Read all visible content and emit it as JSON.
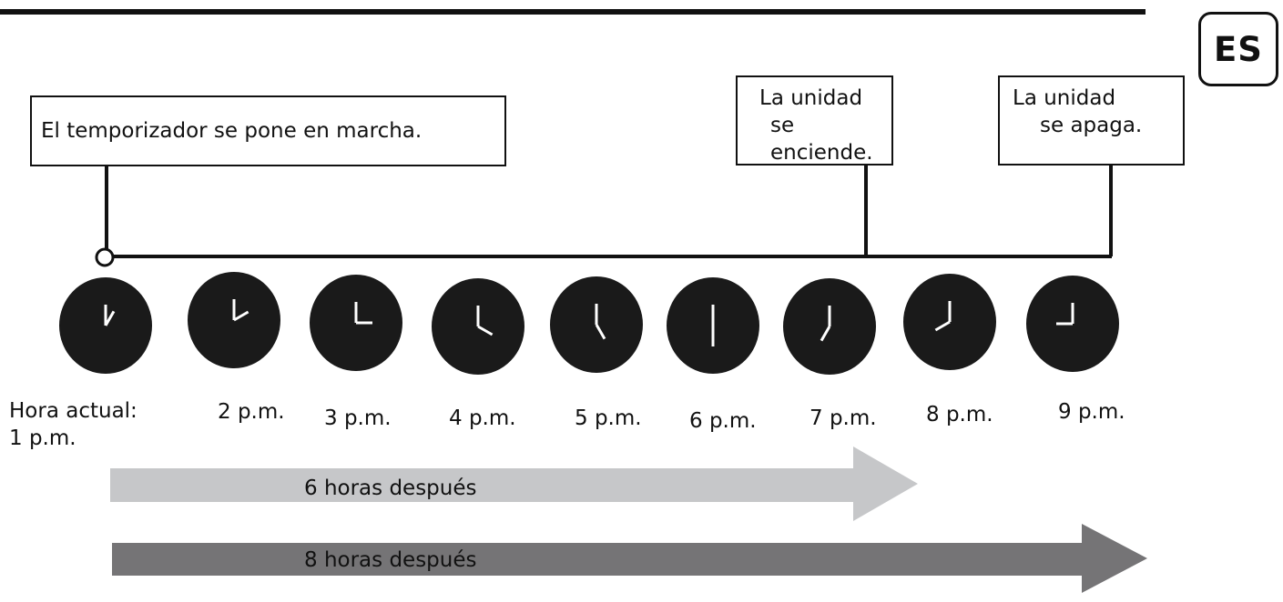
{
  "language_badge": "ES",
  "callouts": {
    "start": "El temporizador se pone en marcha.",
    "on_line1": "La unidad",
    "on_line2": "se enciende.",
    "off_line1": "La unidad",
    "off_line2": "se apaga."
  },
  "clocks": [
    {
      "hour": 1
    },
    {
      "hour": 2
    },
    {
      "hour": 3
    },
    {
      "hour": 4
    },
    {
      "hour": 5
    },
    {
      "hour": 6
    },
    {
      "hour": 7
    },
    {
      "hour": 8
    },
    {
      "hour": 9
    }
  ],
  "time_labels": {
    "current_line1": "Hora actual:",
    "current_line2": "1 p.m.",
    "t2": "2 p.m.",
    "t3": "3 p.m.",
    "t4": "4 p.m.",
    "t5": "5 p.m.",
    "t6": "6 p.m.",
    "t7": "7 p.m.",
    "t8": "8 p.m.",
    "t9": "9 p.m."
  },
  "arrows": {
    "six_hours": "6 horas después",
    "eight_hours": "8 horas después"
  },
  "colors": {
    "clock_face": "#1a1a1a",
    "clock_hands": "#ffffff",
    "arrow_light": "#c6c7c9",
    "arrow_dark": "#757476",
    "line": "#111111"
  }
}
